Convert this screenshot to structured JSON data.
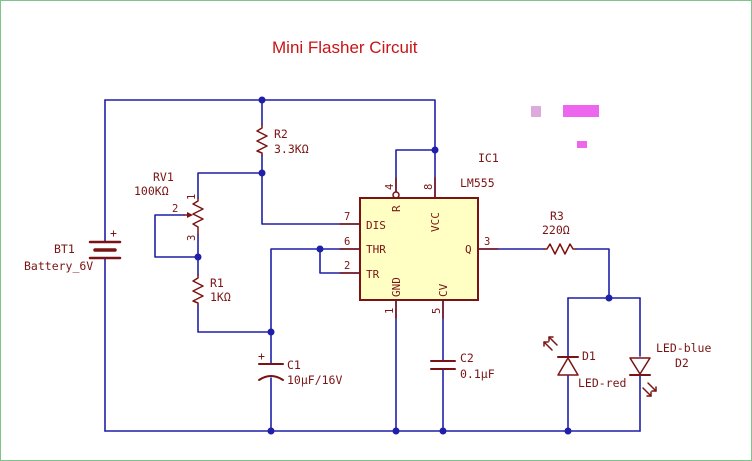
{
  "title": "Mini Flasher Circuit",
  "components": {
    "bt1": {
      "ref": "BT1",
      "value": "Battery_6V",
      "polarity": "+"
    },
    "r2": {
      "ref": "R2",
      "value": "3.3KΩ"
    },
    "rv1": {
      "ref": "RV1",
      "value": "100KΩ",
      "pin1": "1",
      "pin2": "2",
      "pin3": "3"
    },
    "r1": {
      "ref": "R1",
      "value": "1KΩ"
    },
    "c1": {
      "ref": "C1",
      "value": "10µF/16V",
      "polarity": "+"
    },
    "c2": {
      "ref": "C2",
      "value": "0.1µF"
    },
    "ic1": {
      "ref": "IC1",
      "value": "LM555",
      "pins": {
        "dis": {
          "num": "7",
          "name": "DIS"
        },
        "thr": {
          "num": "6",
          "name": "THR"
        },
        "tr": {
          "num": "2",
          "name": "TR"
        },
        "r": {
          "num": "4",
          "name": "R"
        },
        "vcc": {
          "num": "8",
          "name": "VCC"
        },
        "q": {
          "num": "3",
          "name": "Q"
        },
        "gnd": {
          "num": "1",
          "name": "GND"
        },
        "cv": {
          "num": "5",
          "name": "CV"
        }
      }
    },
    "r3": {
      "ref": "R3",
      "value": "220Ω"
    },
    "d1": {
      "ref": "D1",
      "value": "LED-red"
    },
    "d2": {
      "ref": "D2",
      "value": "LED-blue"
    }
  },
  "colors": {
    "wire": "#1f1fa8",
    "component": "#7a1414",
    "title": "#c81414",
    "ic_fill": "#ffffc4",
    "frame": "#7fc28a"
  }
}
